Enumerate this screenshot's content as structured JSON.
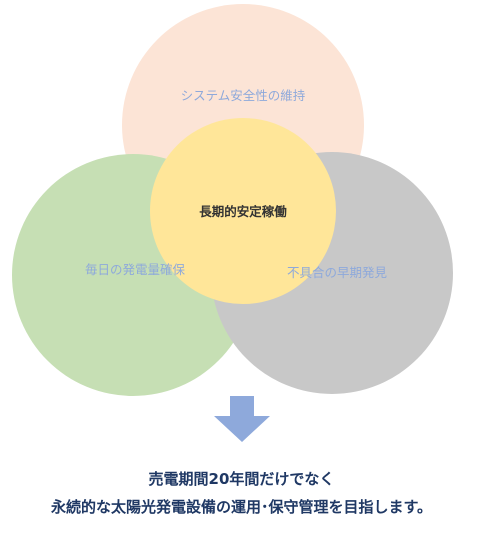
{
  "colors": {
    "top_circle": "#FCE4D6",
    "left_circle": "#C6DFB4",
    "right_circle": "#C8C8C8",
    "center_circle": "#FFE699",
    "outer_label_text": "#8EA9DB",
    "center_label_text": "#333333",
    "arrow": "#8EA9DB",
    "caption_text": "#1F3864"
  },
  "diagram": {
    "top_label": "システム安全性の維持",
    "left_label": "毎日の発電量確保",
    "right_label": "不具合の早期発見",
    "center_label": "長期的安定稼働",
    "arrow_icon": "arrow-down-icon"
  },
  "caption": {
    "line1": "売電期間20年間だけでなく",
    "line2": "永続的な太陽光発電設備の運用･保守管理を目指します。"
  }
}
